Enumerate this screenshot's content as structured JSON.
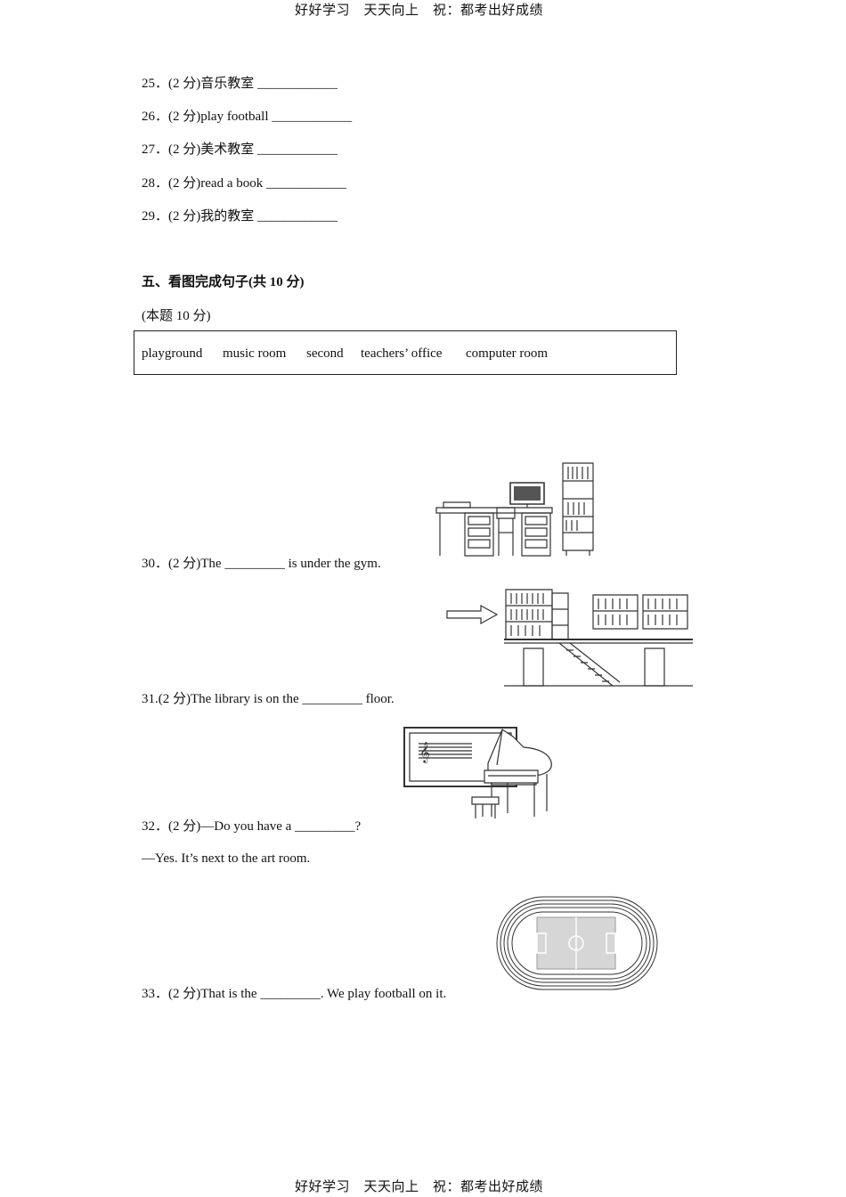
{
  "header": {
    "text": "好好学习　天天向上　祝：都考出好成绩"
  },
  "footer": {
    "text": "好好学习　天天向上　祝：都考出好成绩"
  },
  "part4": {
    "items": [
      {
        "num": "25．",
        "text": "(2 分)音乐教室  ____________"
      },
      {
        "num": "26．",
        "text": "(2 分)play football ____________"
      },
      {
        "num": "27．",
        "text": "(2 分)美术教室  ____________"
      },
      {
        "num": "28．",
        "text": "(2 分)read a book ____________"
      },
      {
        "num": "29．",
        "text": "(2 分)我的教室  ____________"
      }
    ]
  },
  "part5": {
    "title": "五、看图完成句子(共 10 分)",
    "note": "(本题 10 分)",
    "words": [
      "playground",
      "music room",
      "second",
      "teachers’ office",
      "computer room"
    ],
    "items": [
      {
        "num": "30．",
        "text": "(2 分)The _________ is under the gym."
      },
      {
        "num": "31.",
        "text": "(2 分)The library is on the _________ floor."
      },
      {
        "num": "32．",
        "text": "(2 分)—Do you have a _________?"
      },
      {
        "num": "",
        "text": "—Yes. It’s next to the art room."
      },
      {
        "num": "33．",
        "text": "(2 分)That is the _________. We play football on it."
      }
    ],
    "pictures": [
      {
        "name": "computer-room-picture"
      },
      {
        "name": "library-building-picture"
      },
      {
        "name": "music-room-picture"
      },
      {
        "name": "playground-picture"
      }
    ]
  }
}
